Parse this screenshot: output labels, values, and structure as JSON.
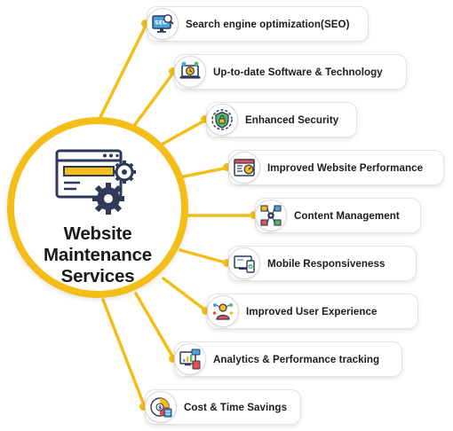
{
  "center": {
    "title_lines": [
      "Website",
      "Maintenance",
      "Services"
    ],
    "icon": "website-gear-icon"
  },
  "services": [
    {
      "label": "Search engine optimization(SEO)",
      "icon": "seo-monitor-icon"
    },
    {
      "label": "Up-to-date Software & Technology",
      "icon": "laptop-update-icon"
    },
    {
      "label": "Enhanced Security",
      "icon": "security-shield-icon"
    },
    {
      "label": "Improved Website Performance",
      "icon": "browser-speedometer-icon"
    },
    {
      "label": "Content Management",
      "icon": "content-management-icon"
    },
    {
      "label": "Mobile Responsiveness",
      "icon": "responsive-devices-icon"
    },
    {
      "label": "Improved User Experience",
      "icon": "user-experience-icon"
    },
    {
      "label": "Analytics & Performance tracking",
      "icon": "analytics-monitor-icon"
    },
    {
      "label": "Cost & Time Savings",
      "icon": "cost-savings-icon"
    }
  ],
  "colors": {
    "accent": "#f3be18",
    "text": "#1c1c1c",
    "icon_navy": "#2e3a59",
    "icon_blue": "#4aa3df",
    "icon_red": "#e8504e",
    "icon_green": "#57b86a"
  }
}
